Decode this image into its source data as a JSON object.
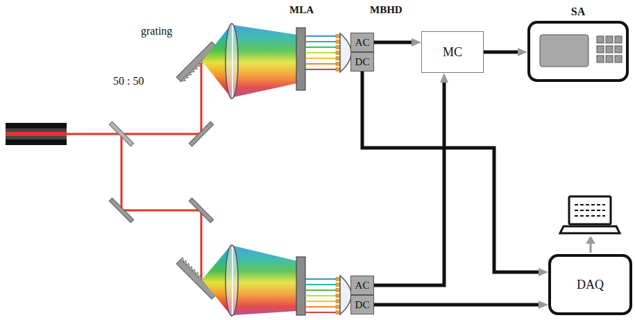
{
  "diagram": {
    "nodes": [
      {
        "text": [
          "AC"
        ]
      },
      {
        "text": [
          "DC"
        ]
      },
      {
        "text": [
          "MC"
        ]
      },
      {
        "text": [
          "SA"
        ]
      },
      {
        "text": [
          "DAQ"
        ]
      },
      {
        "text": [
          "AC"
        ]
      },
      {
        "text": [
          "DC"
        ]
      }
    ],
    "edges": [
      {
        "from": 0,
        "to": 2,
        "arrow": "to"
      },
      {
        "from": 2,
        "to": 3,
        "arrow": "to"
      },
      {
        "from": 5,
        "to": 2,
        "arrow": "to"
      },
      {
        "from": 1,
        "to": 4,
        "arrow": "to"
      },
      {
        "from": 6,
        "to": 4,
        "arrow": "to"
      }
    ],
    "labels": [
      "grating",
      "50 : 50",
      "MLA",
      "MBHD"
    ]
  }
}
